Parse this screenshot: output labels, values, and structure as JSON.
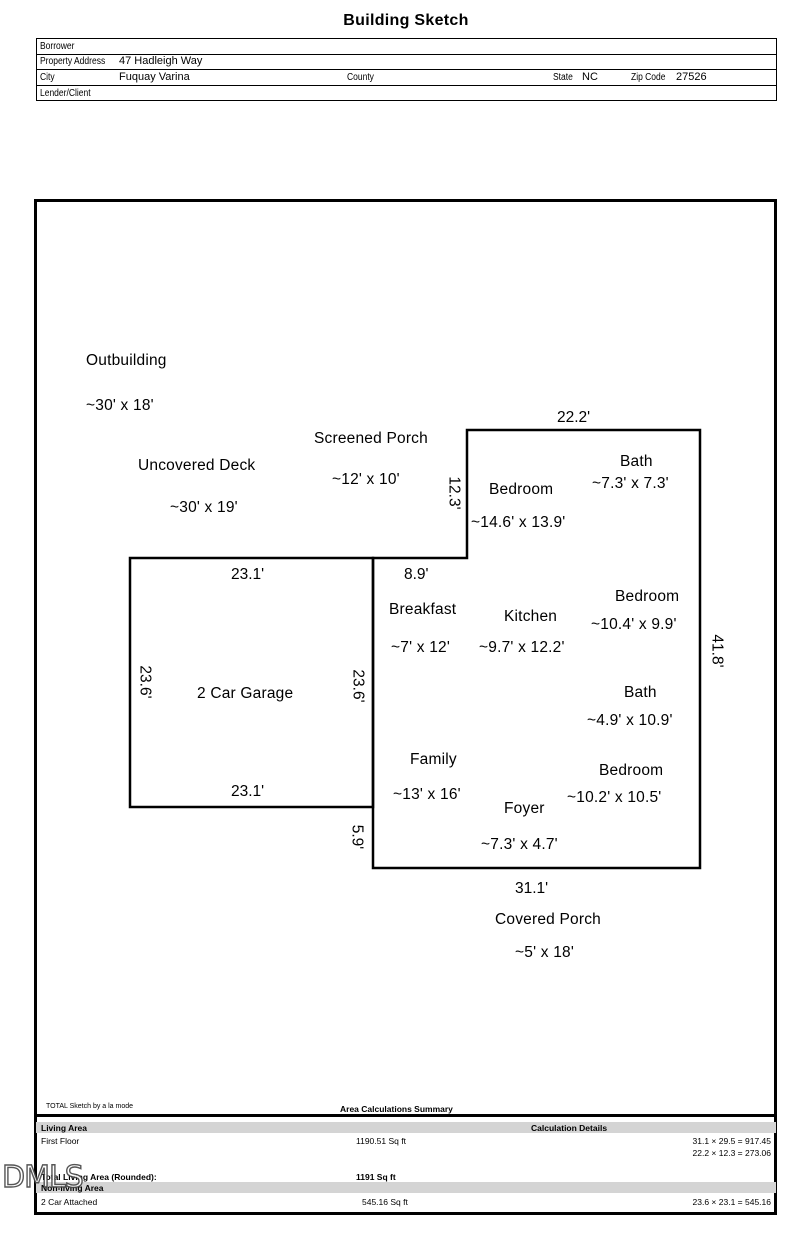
{
  "title": "Building Sketch",
  "header": {
    "borrower_label": "Borrower",
    "borrower_value": "",
    "property_address_label": "Property Address",
    "property_address_value": "47 Hadleigh Way",
    "city_label": "City",
    "city_value": "Fuquay Varina",
    "county_label": "County",
    "county_value": "",
    "state_label": "State",
    "state_value": "NC",
    "zip_label": "Zip Code",
    "zip_value": "27526",
    "lender_label": "Lender/Client",
    "lender_value": ""
  },
  "sketch": {
    "outbuilding": {
      "name": "Outbuilding",
      "size": "~30' x 18'"
    },
    "uncovered_deck": {
      "name": "Uncovered Deck",
      "size": "~30' x 19'"
    },
    "screened_porch": {
      "name": "Screened Porch",
      "size": "~12' x 10'"
    },
    "bedroom_1": {
      "name": "Bedroom",
      "size": "~14.6' x 13.9'"
    },
    "bath_1": {
      "name": "Bath",
      "size": "~7.3' x 7.3'"
    },
    "breakfast": {
      "name": "Breakfast",
      "size": "~7' x 12'"
    },
    "kitchen": {
      "name": "Kitchen",
      "size": "~9.7' x 12.2'"
    },
    "bedroom_2": {
      "name": "Bedroom",
      "size": "~10.4' x 9.9'"
    },
    "garage": {
      "name": "2 Car Garage"
    },
    "bath_2": {
      "name": "Bath",
      "size": "~4.9' x 10.9'"
    },
    "family": {
      "name": "Family",
      "size": "~13' x 16'"
    },
    "bedroom_3": {
      "name": "Bedroom",
      "size": "~10.2' x 10.5'"
    },
    "foyer": {
      "name": "Foyer",
      "size": "~7.3' x 4.7'"
    },
    "covered_porch": {
      "name": "Covered Porch",
      "size": "~5' x 18'"
    },
    "dimensions": {
      "top": "22.2'",
      "notch_height": "12.3'",
      "notch_width": "8.9'",
      "garage_top": "23.1'",
      "garage_bottom": "23.1'",
      "garage_left": "23.6'",
      "garage_right": "23.6'",
      "right_side": "41.8'",
      "bottom_left_step": "5.9'",
      "bottom": "31.1'"
    }
  },
  "footer": {
    "software": "TOTAL Sketch by a la mode",
    "summary_title": "Area Calculations Summary",
    "living_area_label": "Living Area",
    "calc_details_label": "Calculation Details",
    "first_floor_label": "First Floor",
    "first_floor_value": "1190.51 Sq ft",
    "calc_line_1": "31.1 × 29.5 = 917.45",
    "calc_line_2": "22.2 × 12.3 = 273.06",
    "total_living_label": "Total Living Area (Rounded):",
    "total_living_value": "1191 Sq ft",
    "non_living_label": "Non-living Area",
    "garage_label": "2 Car Attached",
    "garage_value": "545.16 Sq ft",
    "garage_calc": "23.6 × 23.1 = 545.16"
  },
  "watermark": "DMLS"
}
